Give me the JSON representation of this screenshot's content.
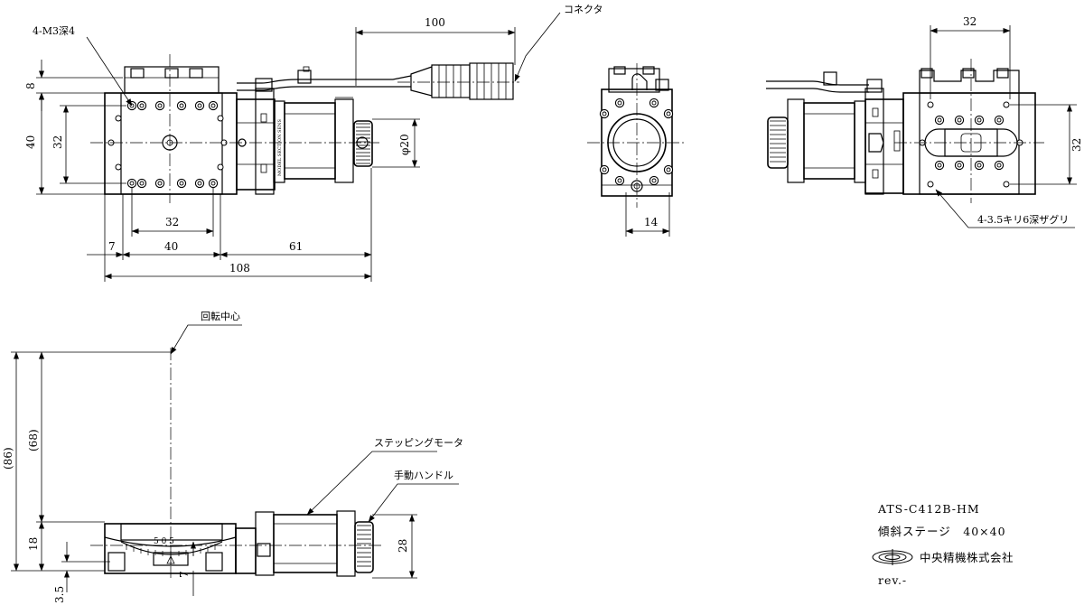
{
  "dimensions": {
    "d100": "100",
    "d8": "8",
    "d40_left": "40",
    "d32_left": "32",
    "d32_bottom": "32",
    "d7_top": "7",
    "d40_bottom": "40",
    "d61": "61",
    "d108": "108",
    "phi20": "φ20",
    "d14": "14",
    "d32_right_top": "32",
    "d32_right_side": "32",
    "d86": "(86)",
    "d68": "(68)",
    "d18": "18",
    "d3_5": "3.5",
    "d7_side": "7",
    "d28": "28",
    "scale": "5 0 5"
  },
  "labels": {
    "mount_holes": "4-M3深4",
    "connector": "コネクタ",
    "counterbore": "4-3.5キリ6深ザグリ",
    "rotation_center": "回転中心",
    "stepping_motor": "ステッピングモータ",
    "manual_handle": "手動ハンドル"
  },
  "title_block": {
    "model": "ATS-C412B-HM",
    "description": "傾斜ステージ　40×40",
    "company": "中央精機株式会社",
    "revision": "rev.-"
  }
}
